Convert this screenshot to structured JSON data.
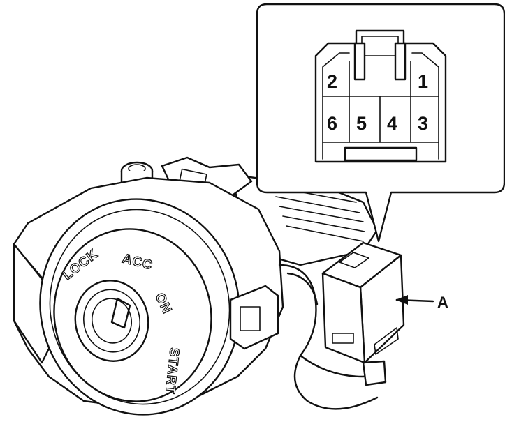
{
  "connector_pins": {
    "top_row": [
      "2",
      "1"
    ],
    "bottom_row": [
      "6",
      "5",
      "4",
      "3"
    ]
  },
  "switch_positions": [
    "LOCK",
    "ACC",
    "ON",
    "START"
  ],
  "callout_label": "A"
}
